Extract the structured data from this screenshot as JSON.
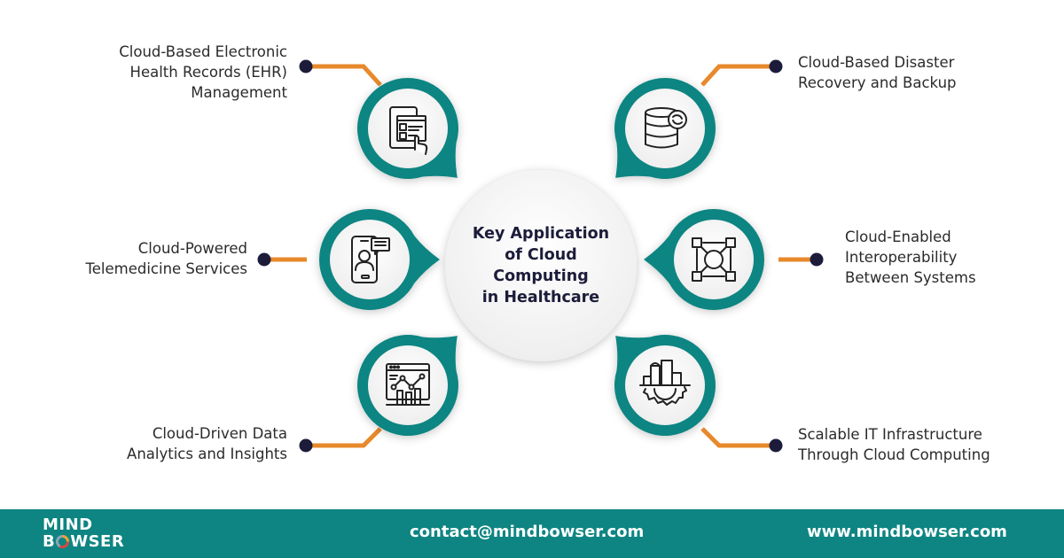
{
  "center": {
    "title_lines": [
      "Key Application",
      "of Cloud",
      "Computing",
      "in Healthcare"
    ]
  },
  "items": [
    {
      "id": "ehr",
      "icon": "tablet-records-icon",
      "lines": [
        "Cloud-Based Electronic",
        "Health Records (EHR)",
        "Management"
      ]
    },
    {
      "id": "disaster",
      "icon": "database-sync-icon",
      "lines": [
        "Cloud-Based Disaster",
        "Recovery and Backup"
      ]
    },
    {
      "id": "telemedicine",
      "icon": "phone-doctor-icon",
      "lines": [
        "Cloud-Powered",
        "Telemedicine Services"
      ]
    },
    {
      "id": "interoperability",
      "icon": "network-nodes-icon",
      "lines": [
        "Cloud-Enabled",
        "Interoperability",
        "Between Systems"
      ]
    },
    {
      "id": "analytics",
      "icon": "analytics-dashboard-icon",
      "lines": [
        "Cloud-Driven Data",
        "Analytics and Insights"
      ]
    },
    {
      "id": "infrastructure",
      "icon": "city-gear-icon",
      "lines": [
        "Scalable IT Infrastructure",
        "Through Cloud Computing"
      ]
    }
  ],
  "footer": {
    "logo_top": "MIND",
    "logo_bottom_b": "B",
    "logo_bottom_rest": "WSER",
    "email": "contact@mindbowser.com",
    "website": "www.mindbowser.com"
  },
  "colors": {
    "teal": "#0e8582",
    "orange": "#e8892b",
    "navy": "#1c1c3a",
    "text": "#2b2b2b"
  }
}
